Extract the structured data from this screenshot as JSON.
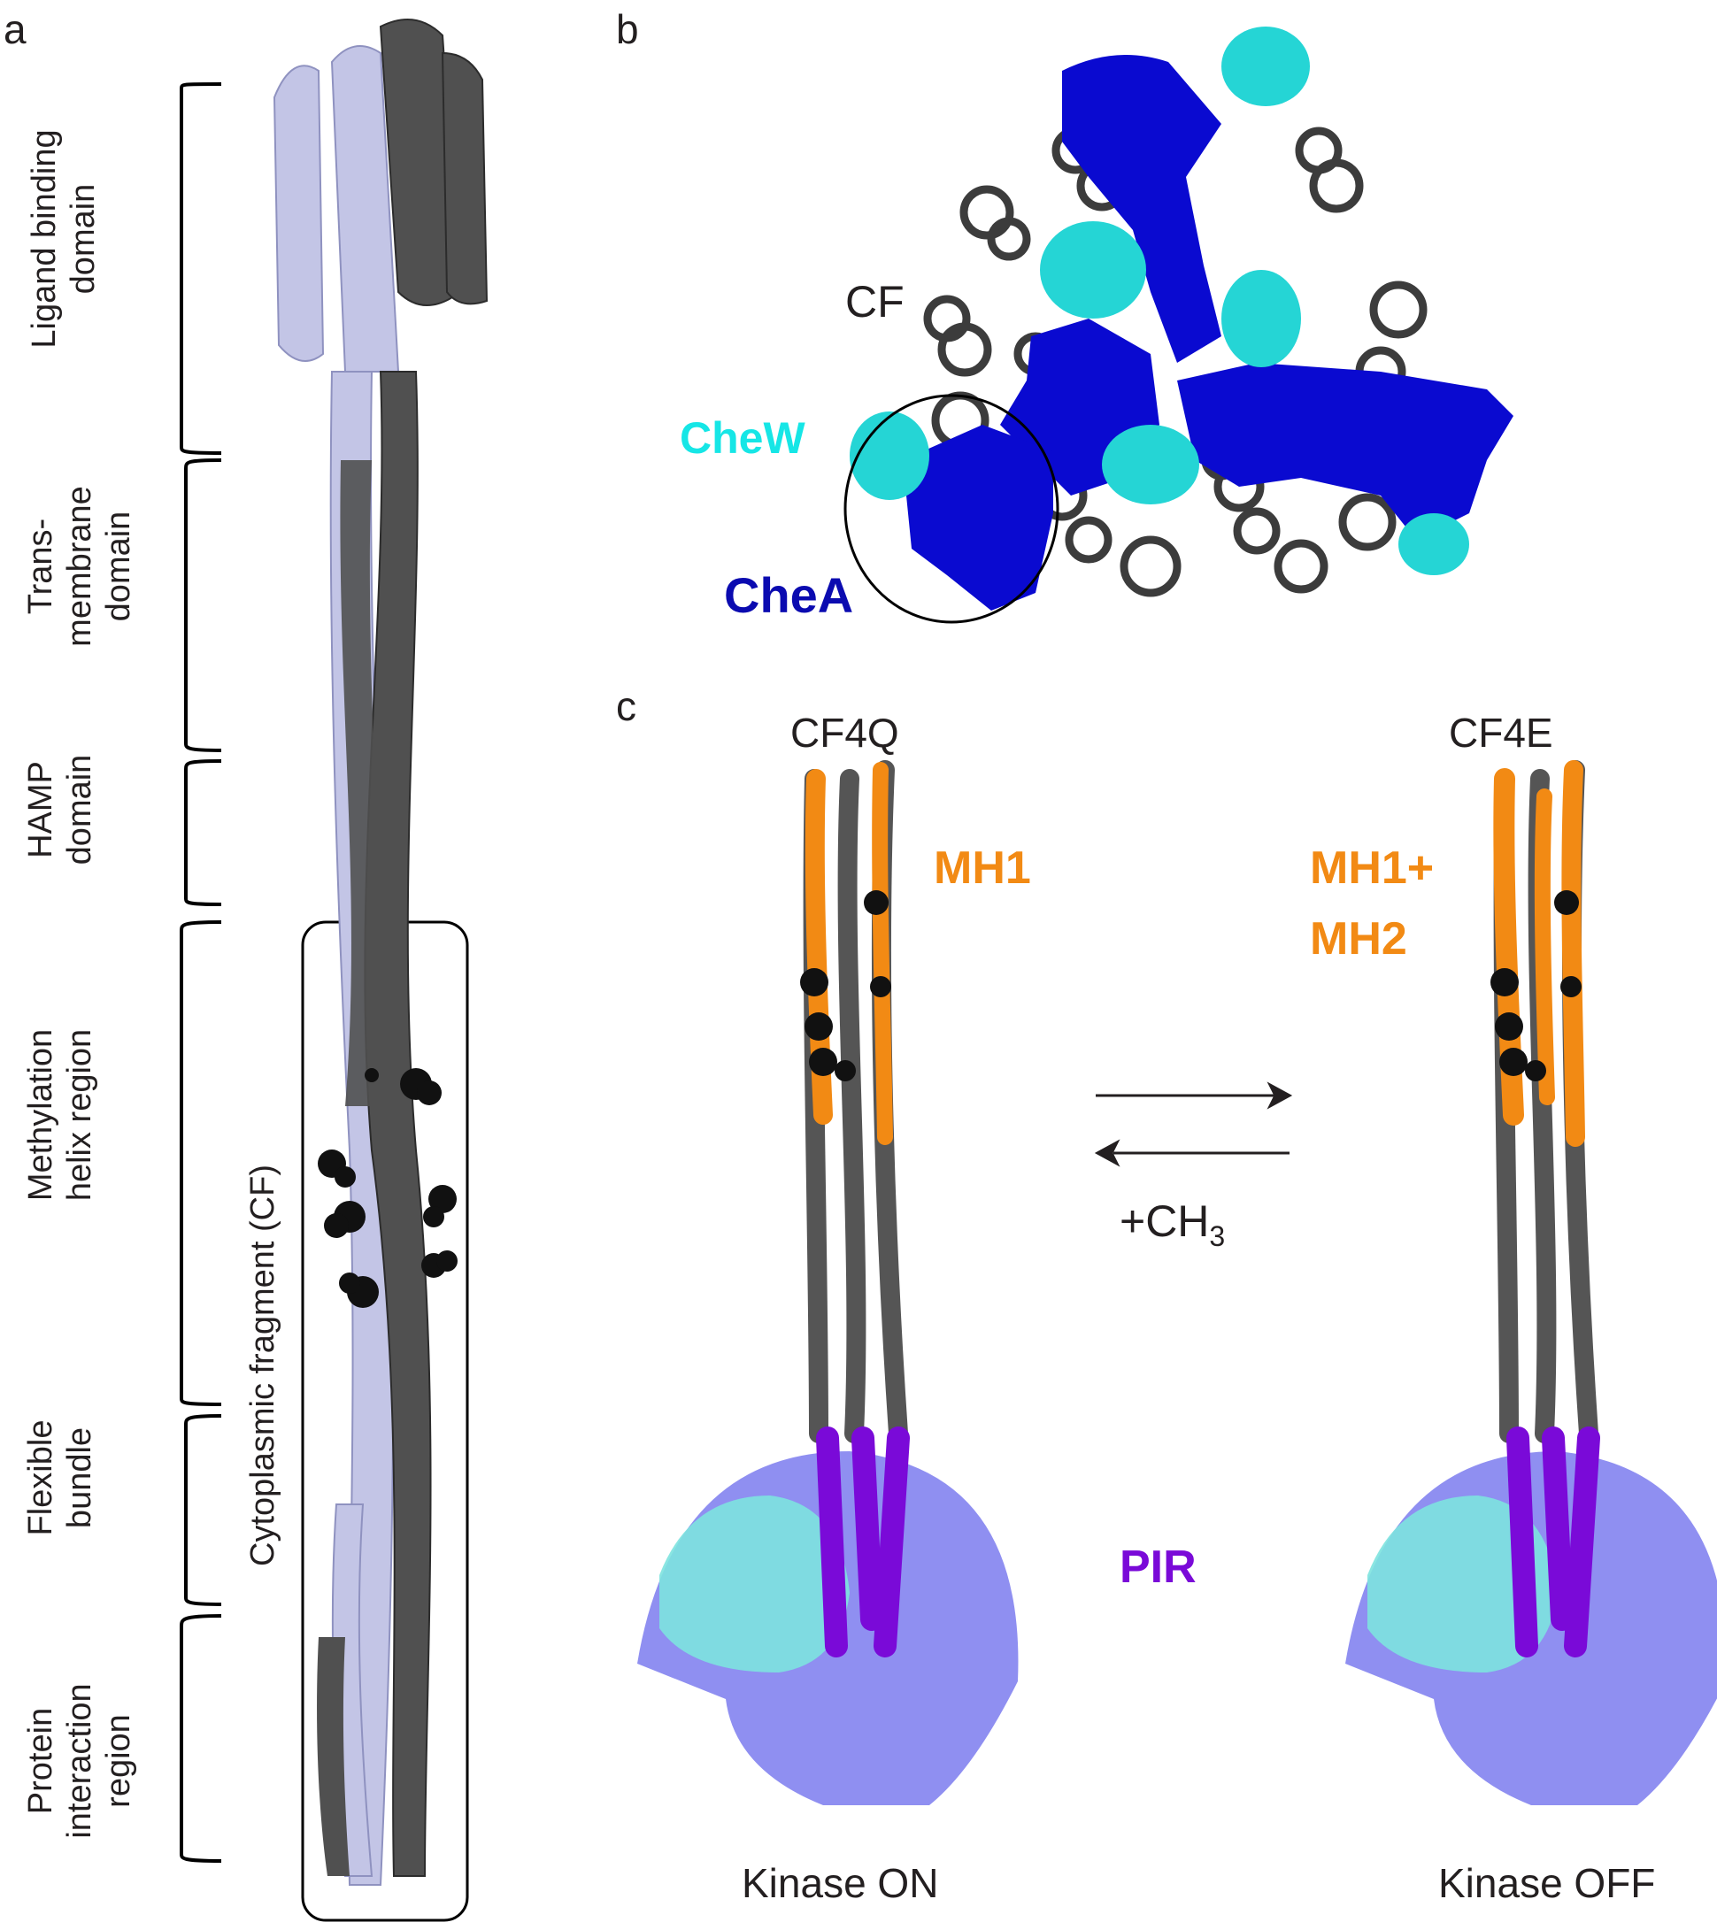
{
  "panels": {
    "a": {
      "letter": "a",
      "domains": [
        {
          "line1": "Ligand binding",
          "line2": "domain",
          "line3": ""
        },
        {
          "line1": "Trans-",
          "line2": "membrane",
          "line3": "domain"
        },
        {
          "line1": "HAMP",
          "line2": "domain",
          "line3": ""
        },
        {
          "line1": "Methylation",
          "line2": "helix region",
          "line3": ""
        },
        {
          "line1": "Flexible",
          "line2": "bundle",
          "line3": ""
        },
        {
          "line1": "Protein",
          "line2": "interaction",
          "line3": "region"
        }
      ],
      "box_label": "Cytoplasmic fragment (CF)",
      "colors": {
        "chain_light": "#c3c5e6",
        "chain_dark": "#505050",
        "methyl_sites": "#111111"
      }
    },
    "b": {
      "letter": "b",
      "labels": {
        "cf": {
          "text": "CF",
          "color": "#231f20"
        },
        "chew": {
          "text": "CheW",
          "color": "#16e6e6"
        },
        "chea": {
          "text": "CheA",
          "color": "#0b0bb0"
        }
      },
      "colors": {
        "chea": "#0a0ad0",
        "chew": "#25d5d5",
        "cf": "#3c3c3c"
      }
    },
    "c": {
      "letter": "c",
      "left_title": "CF4Q",
      "right_title": "CF4E",
      "left_mh_label": "MH1",
      "right_mh_label_line1": "MH1+",
      "right_mh_label_line2": "MH2",
      "pir_label": "PIR",
      "reaction_label": "+CH",
      "reaction_subscript": "3",
      "left_state": "Kinase ON",
      "right_state": "Kinase OFF",
      "colors": {
        "mh": "#f28a14",
        "pir": "#7a0ad8",
        "helix": "#555555",
        "chea_surface": "#7b7bee",
        "chew_surface": "#7de3df"
      }
    }
  }
}
